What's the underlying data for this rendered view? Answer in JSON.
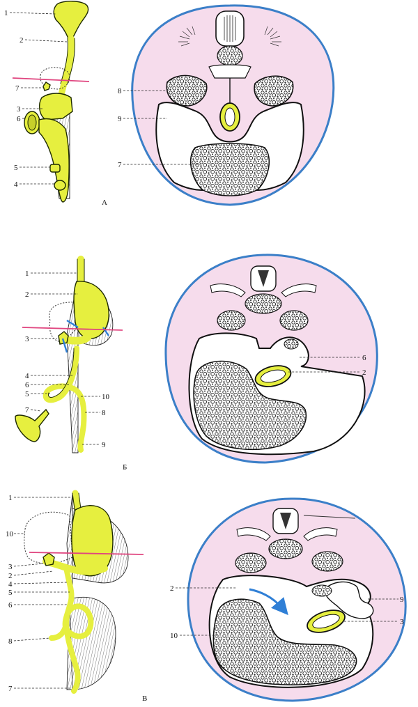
{
  "panels": [
    {
      "letter": "А",
      "left_labels": [
        "1",
        "2",
        "7",
        "3",
        "6",
        "5",
        "4"
      ],
      "section_labels": [
        "8",
        "9",
        "7"
      ]
    },
    {
      "letter": "Б",
      "left_labels": [
        "1",
        "2",
        "3",
        "4",
        "6",
        "5",
        "7",
        "10",
        "8",
        "9"
      ],
      "section_labels": [
        "6",
        "2"
      ]
    },
    {
      "letter": "В",
      "left_labels": [
        "1",
        "10",
        "3",
        "2",
        "4",
        "5",
        "6",
        "8",
        "7"
      ],
      "section_labels": [
        "2",
        "9",
        "3",
        "10"
      ]
    }
  ],
  "colors": {
    "gut": "#e6ef3f",
    "section_fill": "#f6dcec",
    "section_border": "#3b7fc8",
    "cut_line": "#e0457f",
    "arrow": "#2f7fd6"
  }
}
